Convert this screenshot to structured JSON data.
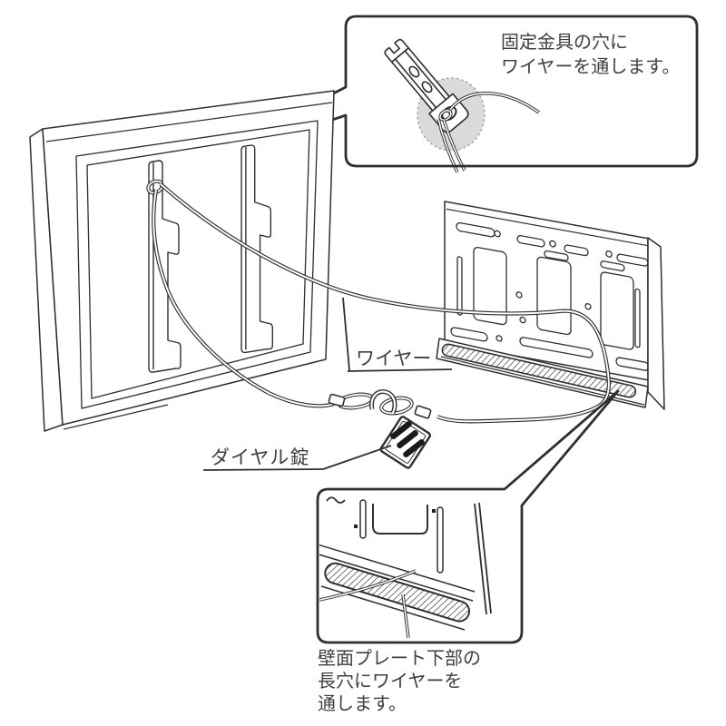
{
  "callout_top": {
    "line1": "固定金具の穴に",
    "line2": "ワイヤーを通します。"
  },
  "labels": {
    "wire": "ワイヤー",
    "dial_lock": "ダイヤル錠"
  },
  "callout_bottom": {
    "line1": "壁面プレート下部の",
    "line2": "長穴にワイヤーを",
    "line3": "通します。"
  },
  "colors": {
    "line": "#2f2f2f",
    "text": "#3f3f3f",
    "highlight_circle": "#dadada",
    "background": "#ffffff"
  }
}
